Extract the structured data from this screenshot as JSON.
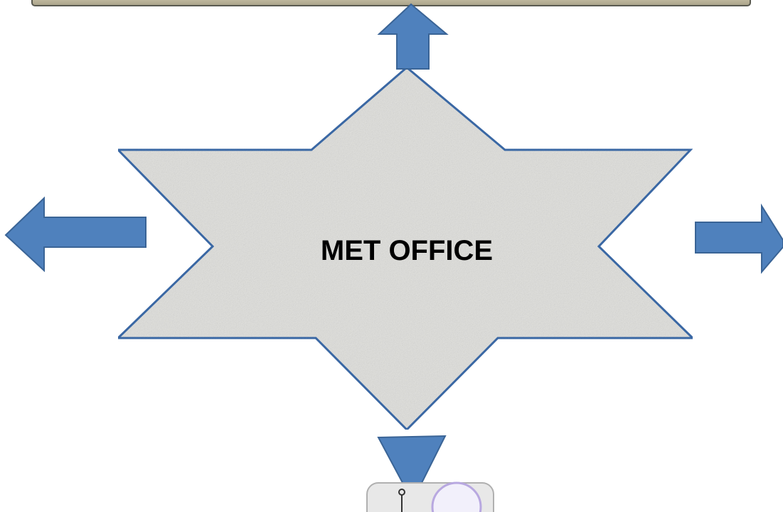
{
  "diagram": {
    "center_label": "MET OFFICE",
    "colors": {
      "arrow_fill": "#4f81bd",
      "arrow_stroke": "#3a6496",
      "star_fill": "#e2e2df",
      "star_stroke": "#3c6cab",
      "top_bar_fill": "#b8b29a",
      "bottom_tile_fill": "#e8e8e8",
      "bottom_circle_stroke": "#b8a8e0"
    },
    "arrows": [
      {
        "direction": "up",
        "icon": "arrow-up-icon"
      },
      {
        "direction": "left",
        "icon": "arrow-left-icon"
      },
      {
        "direction": "right",
        "icon": "arrow-right-icon"
      },
      {
        "direction": "down",
        "icon": "arrow-down-icon"
      }
    ]
  }
}
